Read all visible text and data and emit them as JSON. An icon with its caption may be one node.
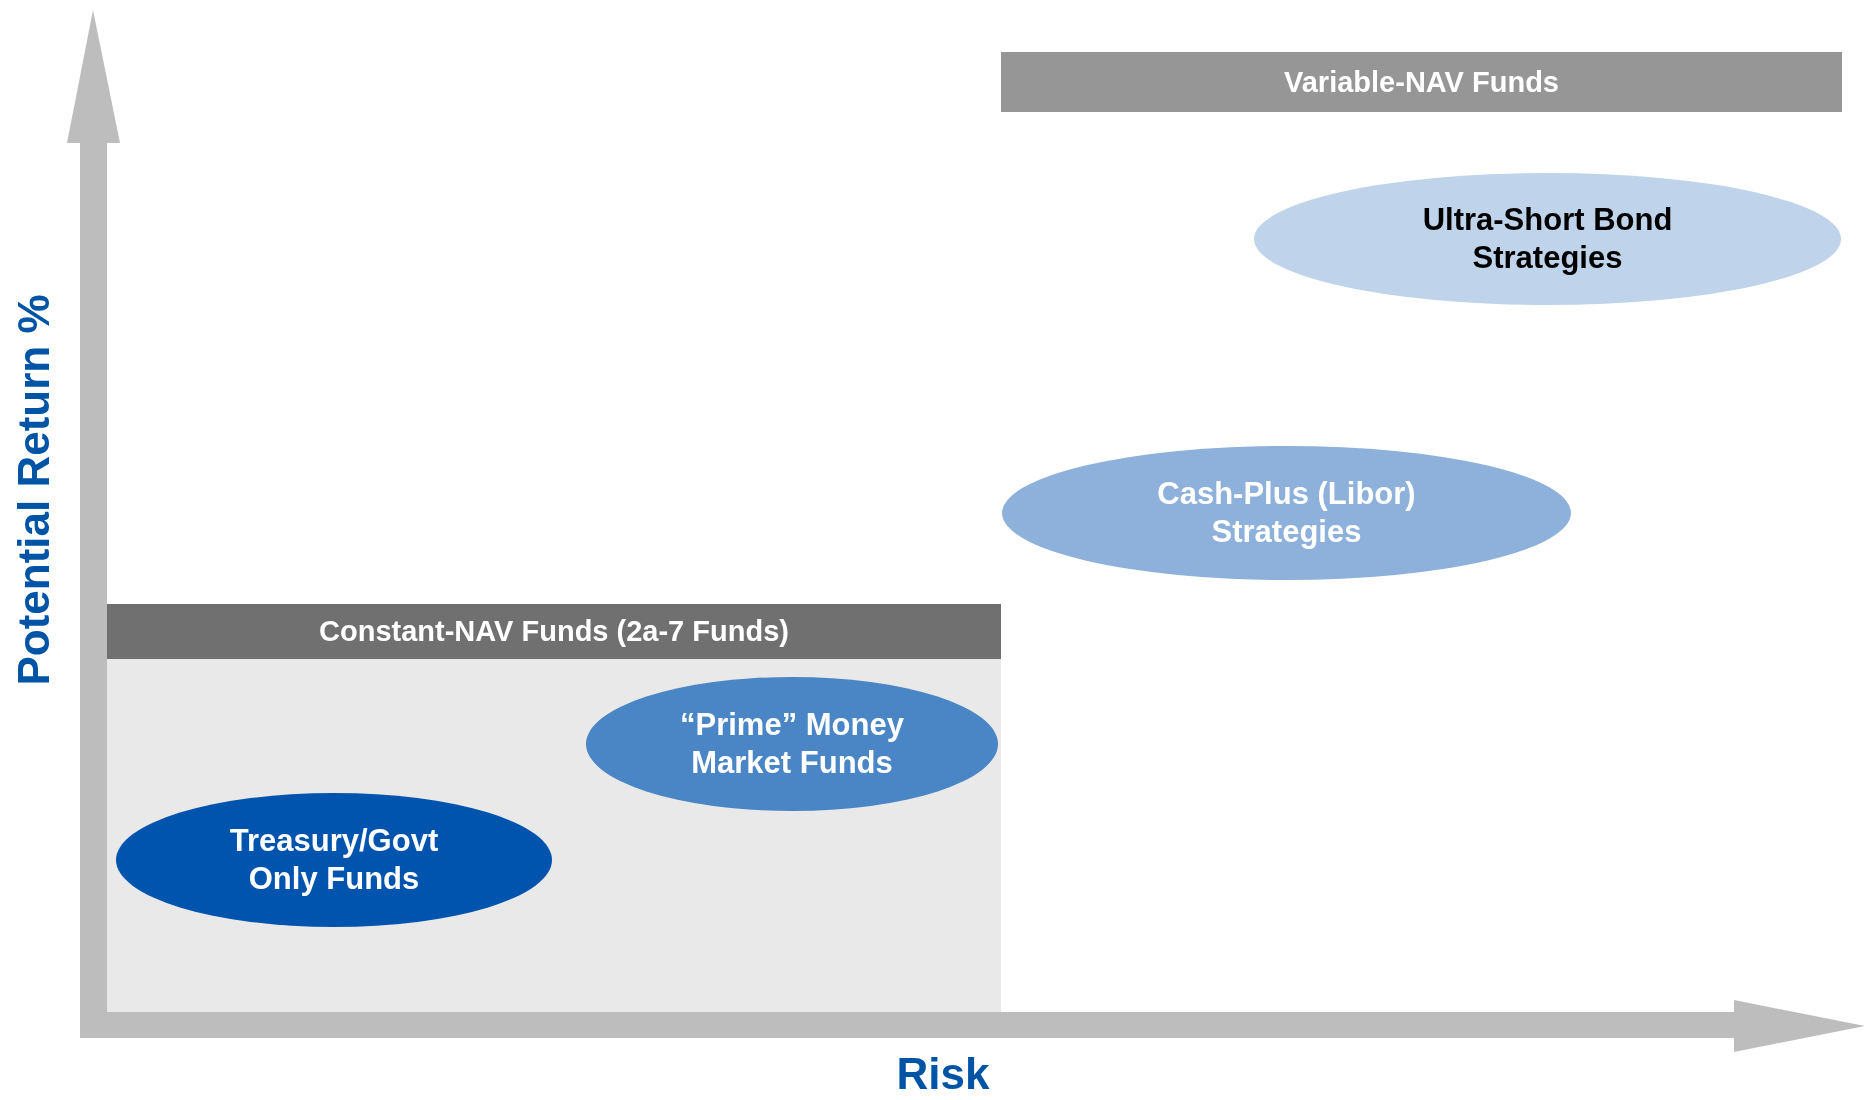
{
  "diagram": {
    "nodes": [
      {
        "text": [
          "Variable-NAV Funds"
        ]
      },
      {
        "text": [
          "Ultra-Short Bond Strategies"
        ]
      },
      {
        "text": [
          "Cash-Plus (Libor) Strategies"
        ]
      },
      {
        "text": [
          "Constant-NAV Funds (2a-7 Funds)"
        ]
      },
      {
        "text": [
          "“Prime” Money Market Funds"
        ],
        "in": 3
      },
      {
        "text": [
          "Treasury/Govt Only Funds"
        ],
        "in": 3
      }
    ],
    "labels": [
      "Potential Return %",
      "Risk"
    ]
  }
}
